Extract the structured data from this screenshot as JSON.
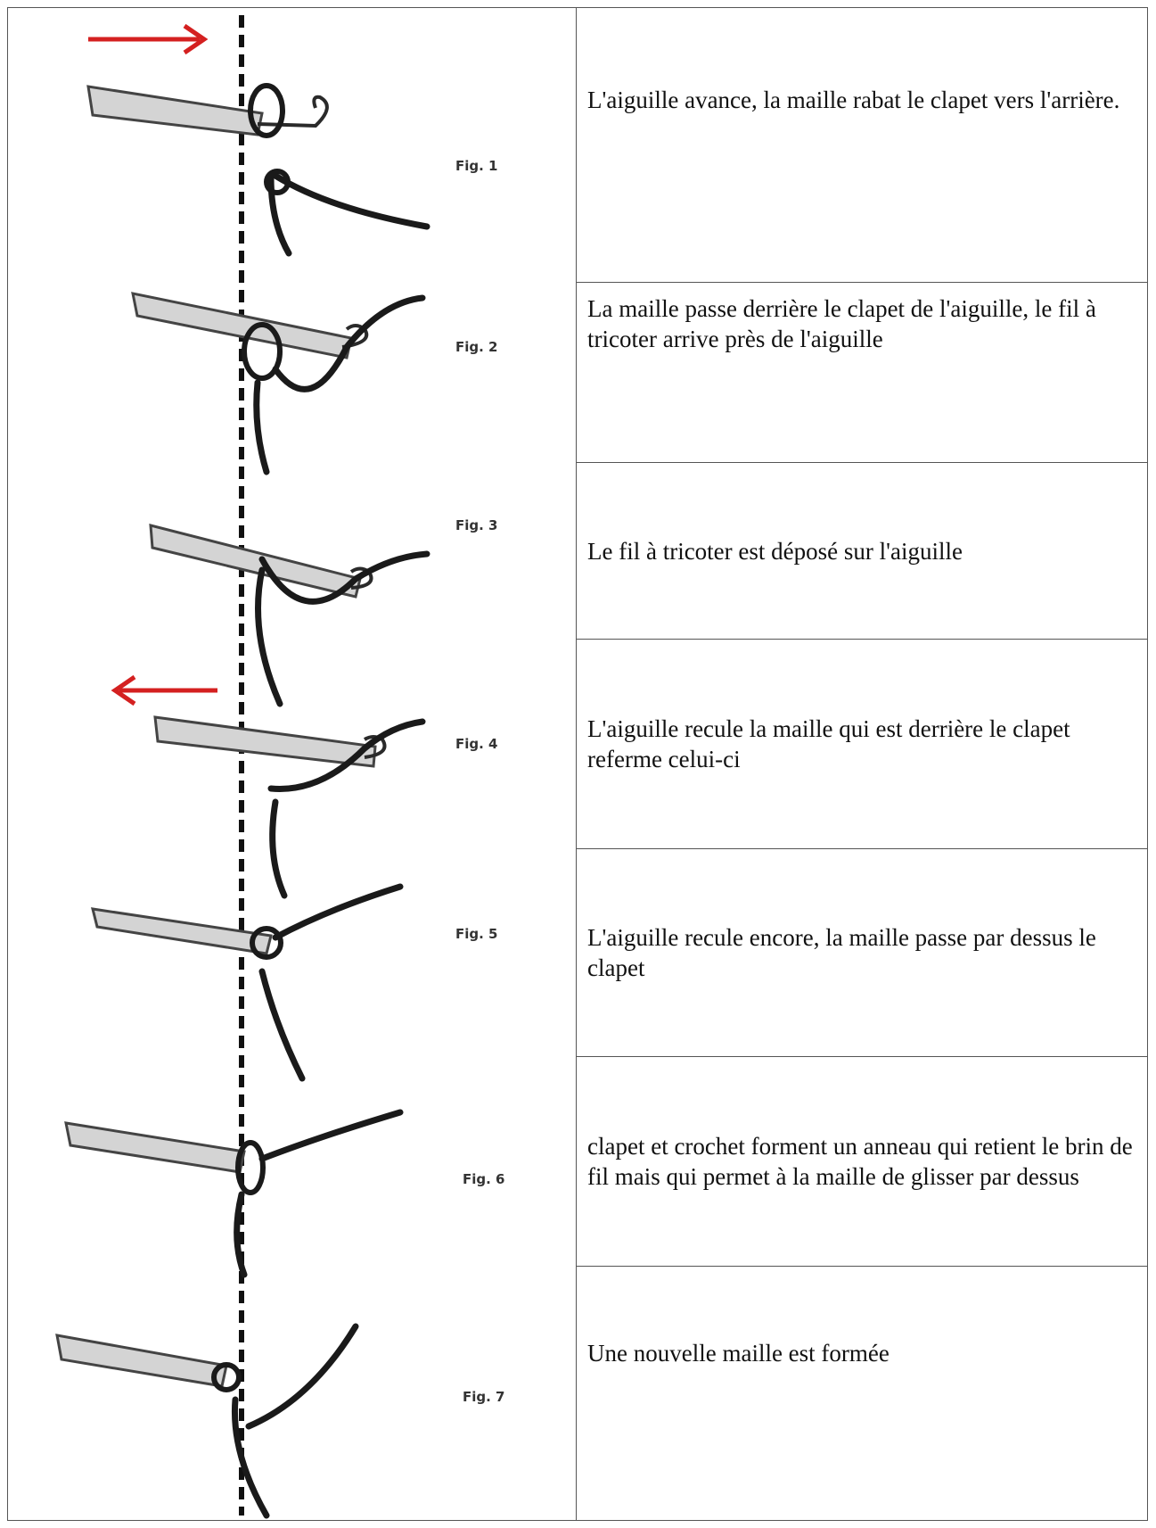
{
  "figures": [
    {
      "label": "Fig. 1",
      "caption": "L'aiguille avance, la maille rabat le clapet vers l'arrière."
    },
    {
      "label": "Fig. 2",
      "caption": "La maille passe derrière le clapet de l'aiguille, le fil à tricoter arrive près de l'aiguille"
    },
    {
      "label": "Fig. 3",
      "caption": "Le fil à tricoter est déposé sur l'aiguille"
    },
    {
      "label": "Fig. 4",
      "caption": "L'aiguille recule la maille qui est derrière le clapet referme celui-ci"
    },
    {
      "label": "Fig. 5",
      "caption": "L'aiguille recule encore, la maille passe par dessus le clapet"
    },
    {
      "label": "Fig. 6",
      "caption": "clapet et crochet forment un anneau qui retient le brin de fil mais qui permet à la maille de glisser par dessus"
    },
    {
      "label": "Fig. 7",
      "caption": "Une nouvelle maille est formée"
    }
  ],
  "colors": {
    "arrow": "#d42020",
    "yarn": "#1a1a1a",
    "border": "#555555"
  }
}
